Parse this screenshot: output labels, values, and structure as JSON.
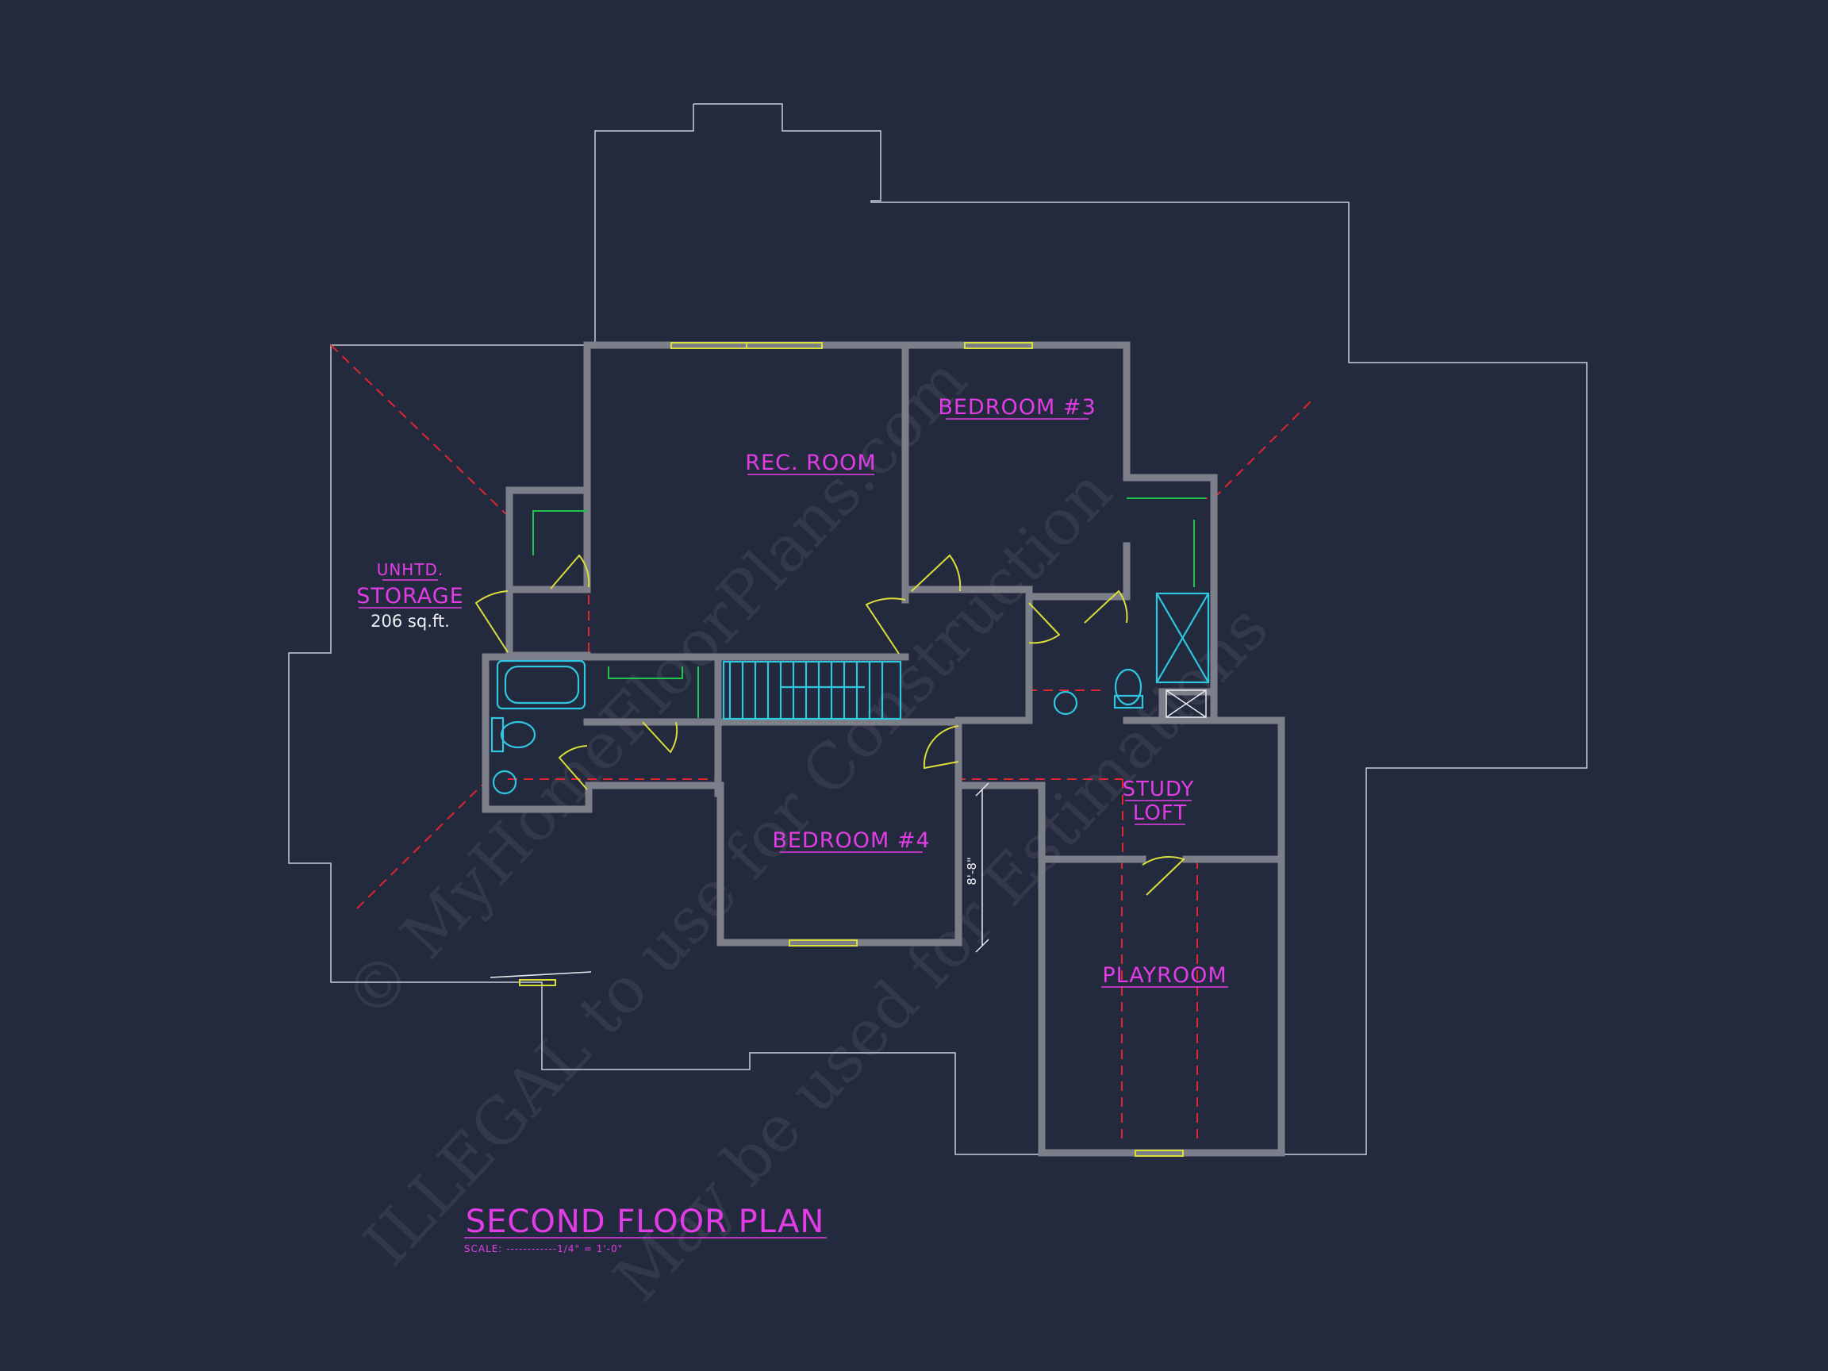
{
  "plan": {
    "title": "SECOND FLOOR PLAN",
    "scale": "SCALE: ------------1/4\" = 1'-0\""
  },
  "rooms": {
    "storage_note": "UNHTD.",
    "storage_name": "STORAGE",
    "storage_area": "206 sq.ft.",
    "rec_room": "REC. ROOM",
    "bedroom3": "BEDROOM #3",
    "bedroom4": "BEDROOM #4",
    "study_line1": "STUDY",
    "study_line2": "LOFT",
    "playroom": "PLAYROOM"
  },
  "dimension": "8'-8\"",
  "watermark": {
    "line1": "© MyHomeFloorPlans.com",
    "line2": "ILLEGAL to use for Construction",
    "line3": "May be used for Estimations"
  },
  "colors": {
    "background": "#242a3d",
    "labels": "#e23ce6",
    "doors_windows": "#d9de3a",
    "fixtures": "#2ec6e0",
    "cabinets": "#1fc44a",
    "ridge_lines": "#e0252f"
  }
}
